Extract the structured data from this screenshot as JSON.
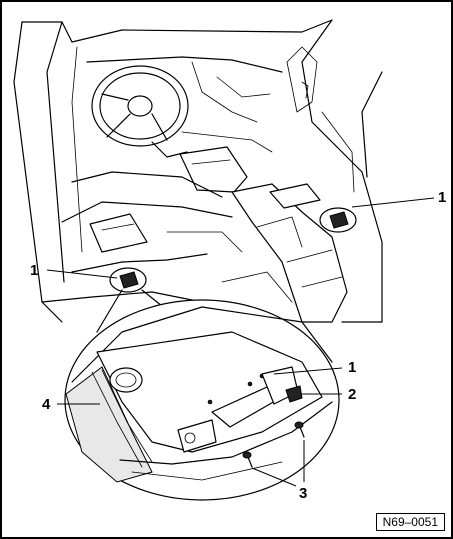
{
  "figure": {
    "reference": "N69–0051"
  },
  "callouts": {
    "top_right": "1",
    "top_left": "1",
    "detail_1": "1",
    "detail_2": "2",
    "detail_3": "3",
    "detail_4": "4"
  }
}
